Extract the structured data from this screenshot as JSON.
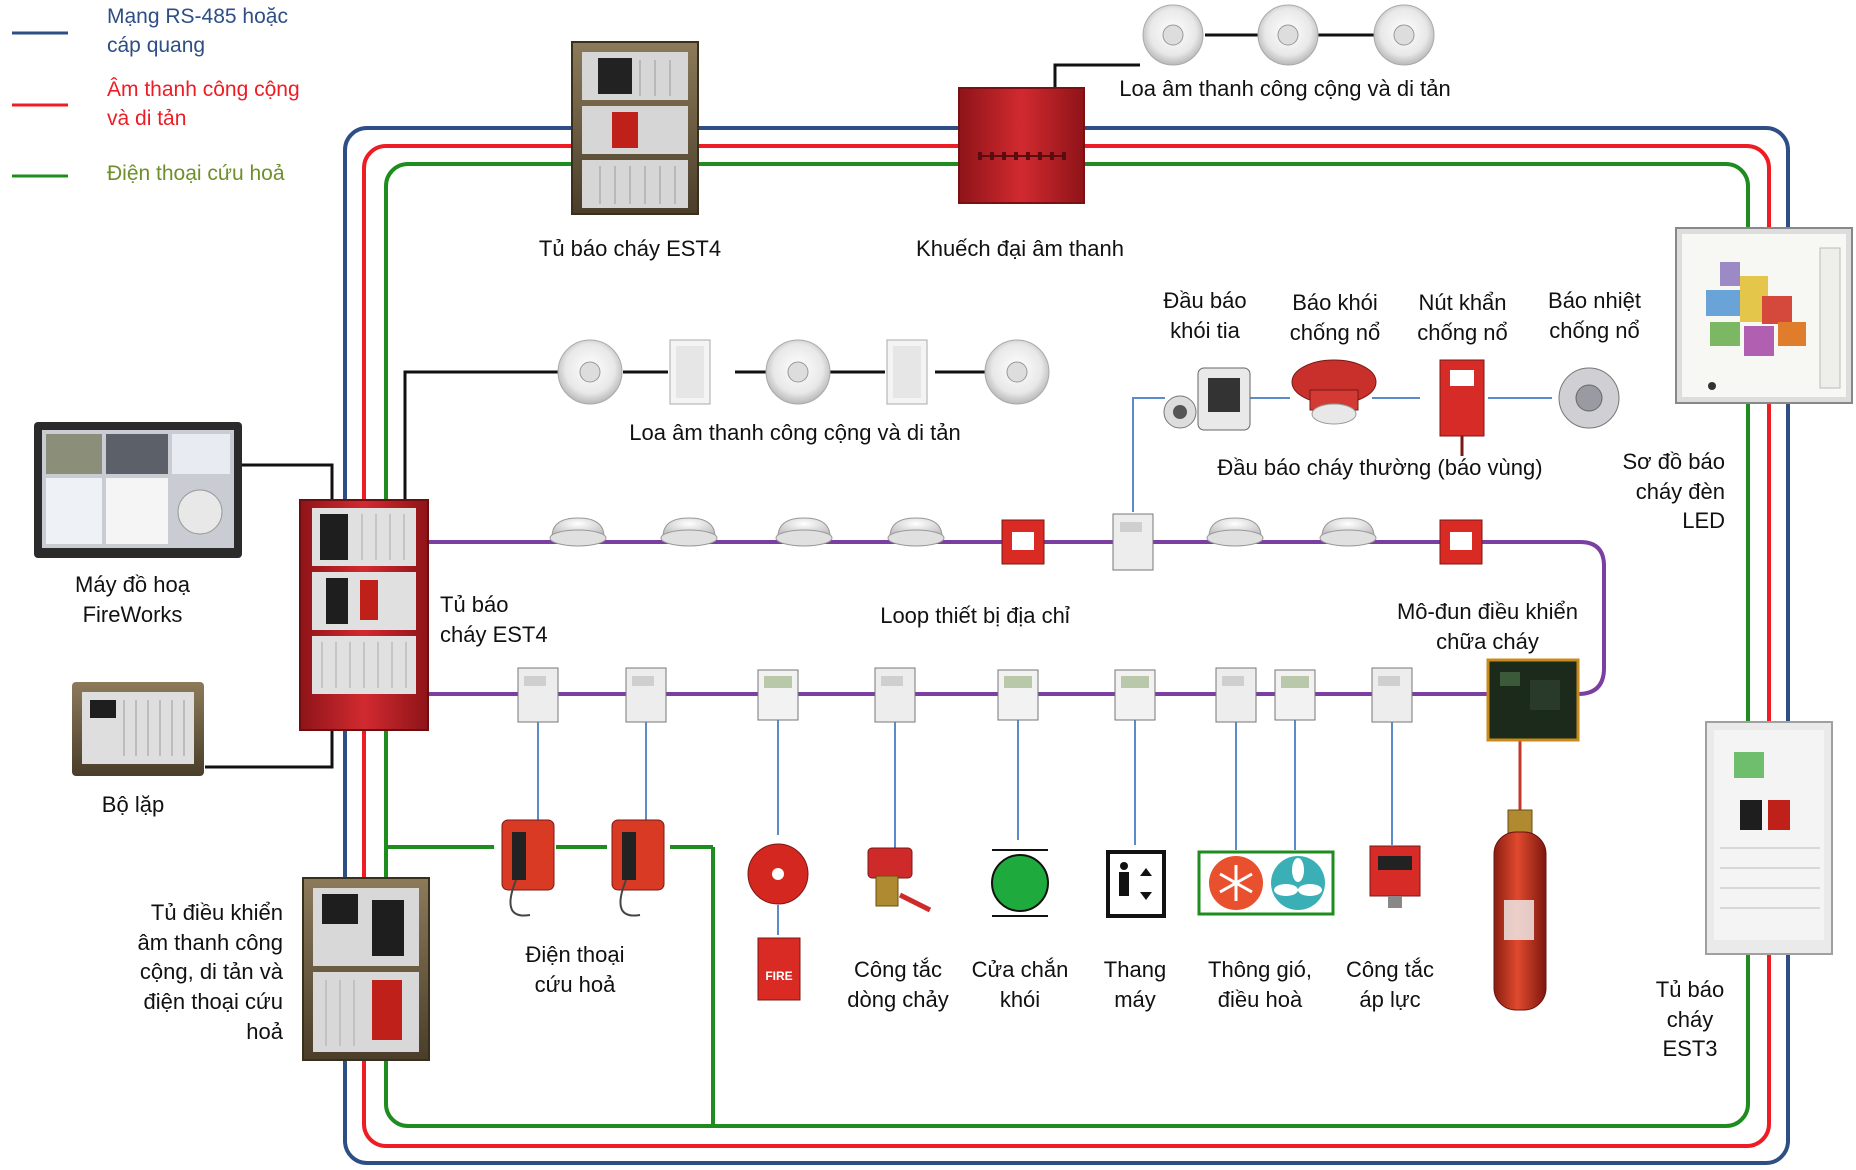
{
  "colors": {
    "rs485": "#2e4e86",
    "audio": "#ee1c24",
    "phone": "#1e8c1e",
    "loop": "#7a3fa0",
    "wire": "#111111",
    "tap": "#5b8bc9",
    "panel_red": "#c8242b"
  },
  "legend": {
    "rs485": "Mạng RS-485 hoặc cáp quang",
    "audio": "Âm thanh công cộng và di tản",
    "phone": "Điện thoại cứu hoả"
  },
  "labels": {
    "est4_top": "Tủ báo cháy EST4",
    "amplifier": "Khuếch đại âm thanh",
    "speakers_top": "Loa âm thanh công cộng và di tản",
    "speakers_mid": "Loa âm thanh công cộng và di tản",
    "beam_detector": "Đầu báo khói tia",
    "ex_smoke": "Báo khói chống nổ",
    "ex_button": "Nút khẩn chống nổ",
    "ex_heat": "Báo nhiệt chống nổ",
    "conventional": "Đầu báo cháy thường (báo vùng)",
    "led_map": "Sơ đồ báo cháy đèn LED",
    "fireworks": "Máy đồ hoạ FireWorks",
    "est4_main": "Tủ báo cháy EST4",
    "loop": "Loop thiết bị địa chỉ",
    "release_module": "Mô-đun điều khiển chữa cháy",
    "repeater": "Bộ lặp",
    "audio_cabinet": "Tủ điều khiển âm thanh công cộng, di tản và điện thoại cứu hoả",
    "fire_phone": "Điện thoại cứu hoả",
    "flow_switch": "Công tắc dòng chảy",
    "smoke_door": "Cửa chắn khói",
    "elevator": "Thang máy",
    "hvac": "Thông gió, điều hoà",
    "pressure_switch": "Công tắc áp lực",
    "est3": "Tủ báo cháy EST3"
  },
  "device_text": {
    "fire_pull": "FIRE"
  },
  "icons": [
    "ceiling-speaker-icon",
    "wall-speaker-icon",
    "smoke-detector-icon",
    "manual-call-point-icon",
    "monitor-module-icon",
    "control-module-icon",
    "fire-phone-icon",
    "fire-bell-icon",
    "fire-pull-station-icon",
    "flow-switch-icon",
    "smoke-door-icon",
    "elevator-icon",
    "snowflake-icon",
    "fan-icon",
    "pressure-switch-icon",
    "gas-cylinder-icon",
    "beam-detector-icon",
    "ex-smoke-detector-icon",
    "ex-heat-detector-icon",
    "ex-button-icon",
    "led-map-icon",
    "monitor-icon",
    "repeater-icon",
    "amplifier-icon",
    "est3-panel-icon"
  ]
}
